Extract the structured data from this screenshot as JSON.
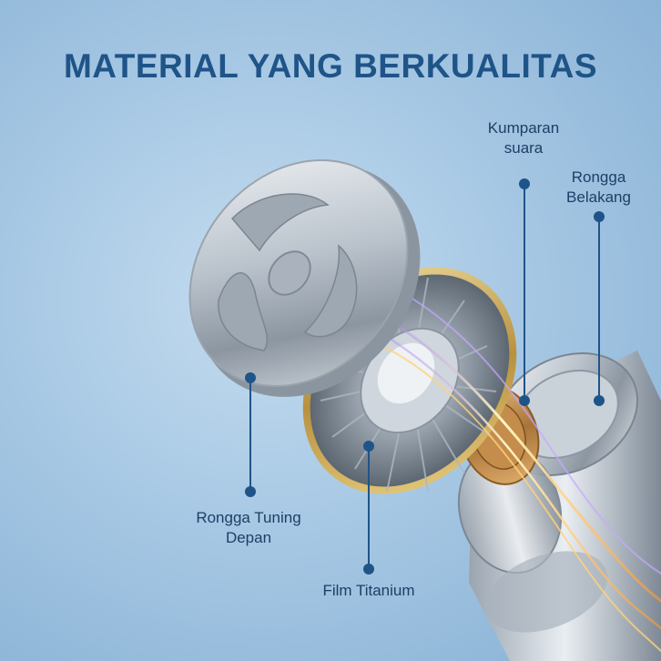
{
  "title": "MATERIAL YANG BERKUALITAS",
  "labels": {
    "kumparan_suara": "Kumparan\nsuara",
    "rongga_belakang": "Rongga\nBelakang",
    "rongga_tuning_depan": "Rongga Tuning\nDepan",
    "film_titanium": "Film Titanium"
  },
  "colors": {
    "title": "#1f5488",
    "label_text": "#1e3f66",
    "callout": "#1f5488",
    "background": "#a7c8e4"
  }
}
